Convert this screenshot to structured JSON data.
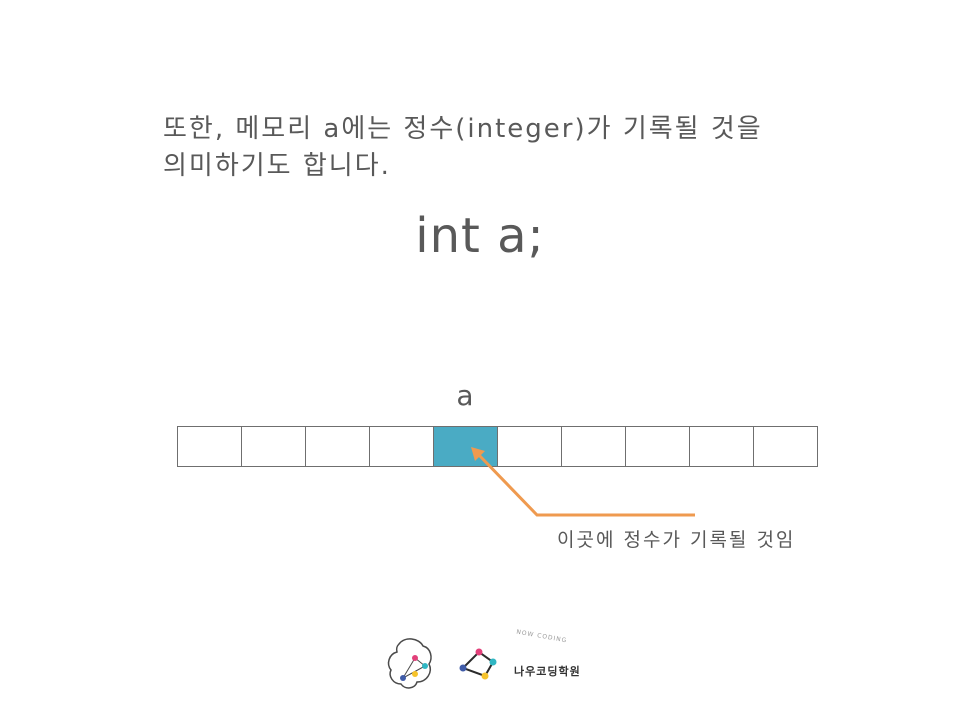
{
  "description": {
    "line1": "또한, 메모리 a에는 정수(integer)가 기록될 것을",
    "line2": "의미하기도 합니다."
  },
  "code": "int a;",
  "memory": {
    "label": "a",
    "cell_count": 10,
    "highlighted_index": 4,
    "highlight_color": "#4aabc4",
    "annotation": "이곳에 정수가 기록될 것임",
    "arrow_color": "#ef9a4f"
  },
  "footer": {
    "brand_tag": "NOW CODING",
    "brand_name": "나우코딩학원",
    "logo_icons": [
      "brain-logo-icon",
      "network-logo-icon"
    ],
    "logo_colors": [
      "#e2407a",
      "#f6c32b",
      "#2fb6c3",
      "#3f5ba8"
    ]
  }
}
